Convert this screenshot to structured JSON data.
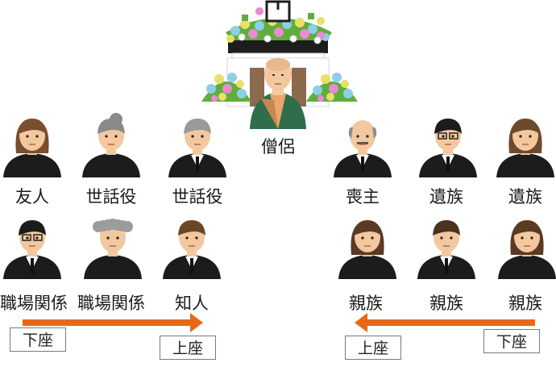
{
  "priest": {
    "label": "僧侶"
  },
  "left_group": {
    "row1": [
      {
        "label": "友人",
        "person": "female-short-hair"
      },
      {
        "label": "世話役",
        "person": "elder-female-bun"
      },
      {
        "label": "世話役",
        "person": "elder-male-gray"
      }
    ],
    "row2": [
      {
        "label": "職場関係",
        "person": "male-glasses"
      },
      {
        "label": "職場関係",
        "person": "elder-female-curly-gray"
      },
      {
        "label": "知人",
        "person": "young-male-brown"
      }
    ],
    "lower_seat": "下座",
    "upper_seat": "上座"
  },
  "right_group": {
    "row1": [
      {
        "label": "喪主",
        "person": "elder-male-bald-mustache"
      },
      {
        "label": "遺族",
        "person": "male-glasses"
      },
      {
        "label": "遺族",
        "person": "female-brown-hair"
      }
    ],
    "row2": [
      {
        "label": "親族",
        "person": "female-long-hair"
      },
      {
        "label": "親族",
        "person": "male-brown-hair"
      },
      {
        "label": "親族",
        "person": "female-long-hair"
      }
    ],
    "lower_seat": "下座",
    "upper_seat": "上座"
  },
  "colors": {
    "arrow": "#e8681a",
    "mourning_clothes": "#1c1c1c",
    "skin": "#f3c89e",
    "robe": "#2e6e4a",
    "kesa": "#e9a56b"
  }
}
